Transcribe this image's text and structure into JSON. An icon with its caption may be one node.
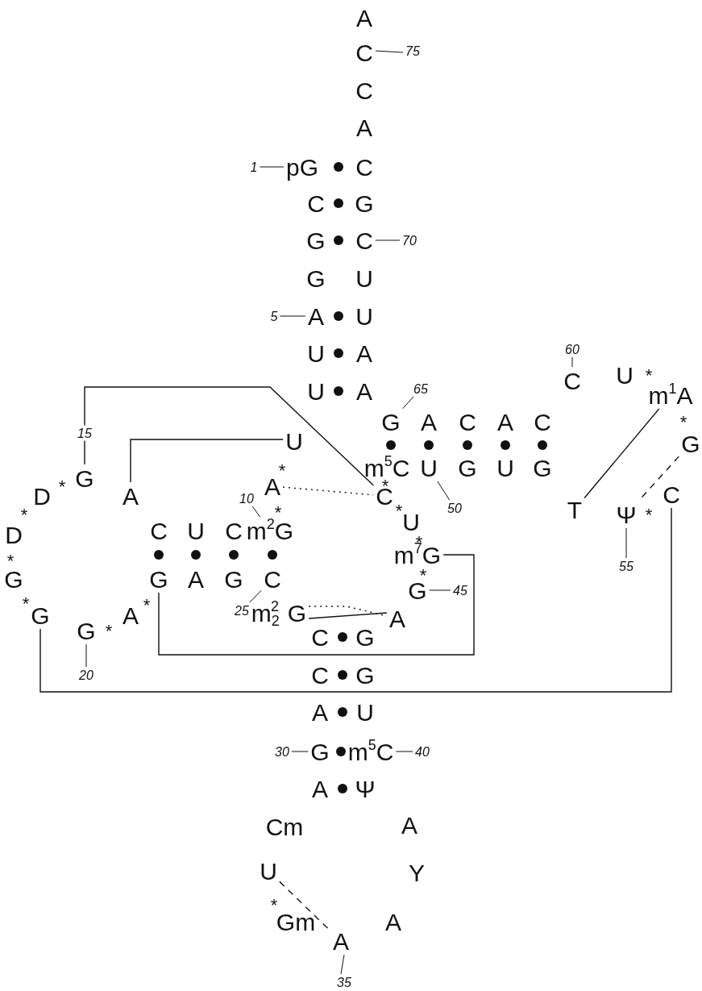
{
  "diagram": {
    "nodes": [
      {
        "text": [
          "A"
        ]
      },
      {
        "text": [
          "C"
        ]
      },
      {
        "text": [
          "75"
        ]
      },
      {
        "text": [
          "C"
        ]
      },
      {
        "text": [
          "A"
        ]
      },
      {
        "text": [
          "1"
        ]
      },
      {
        "text": [
          "pG"
        ]
      },
      {
        "text": [
          "C"
        ]
      },
      {
        "text": [
          "C"
        ]
      },
      {
        "text": [
          "G"
        ]
      },
      {
        "text": [
          "G"
        ]
      },
      {
        "text": [
          "C"
        ]
      },
      {
        "text": [
          "70"
        ]
      },
      {
        "text": [
          "G"
        ]
      },
      {
        "text": [
          "U"
        ]
      },
      {
        "text": [
          "5"
        ]
      },
      {
        "text": [
          "A"
        ]
      },
      {
        "text": [
          "U"
        ]
      },
      {
        "text": [
          "U"
        ]
      },
      {
        "text": [
          "A"
        ]
      },
      {
        "text": [
          "60"
        ]
      },
      {
        "text": [
          "C"
        ]
      },
      {
        "text": [
          "U"
        ]
      },
      {
        "text": [
          "U"
        ]
      },
      {
        "text": [
          "A"
        ]
      },
      {
        "text": [
          "65"
        ]
      },
      {
        "text": [
          "m$^{1}$A"
        ]
      },
      {
        "text": [
          "G"
        ]
      },
      {
        "text": [
          "A"
        ]
      },
      {
        "text": [
          "C"
        ]
      },
      {
        "text": [
          "A"
        ]
      },
      {
        "text": [
          "C"
        ]
      },
      {
        "text": [
          "U"
        ]
      },
      {
        "text": [
          "G"
        ]
      },
      {
        "text": [
          "m$^{5}$C"
        ]
      },
      {
        "text": [
          "U"
        ]
      },
      {
        "text": [
          "G"
        ]
      },
      {
        "text": [
          "U"
        ]
      },
      {
        "text": [
          "G"
        ]
      },
      {
        "text": [
          "G"
        ]
      },
      {
        "text": [
          "D"
        ]
      },
      {
        "text": [
          "A"
        ]
      },
      {
        "text": [
          "A"
        ]
      },
      {
        "text": [
          "C"
        ]
      },
      {
        "text": [
          "10"
        ]
      },
      {
        "text": [
          "50"
        ]
      },
      {
        "text": [
          "U"
        ]
      },
      {
        "text": [
          "T"
        ]
      },
      {
        "text": [
          "Ψ"
        ]
      },
      {
        "text": [
          "C"
        ]
      },
      {
        "text": [
          "m$^{2}$G"
        ]
      },
      {
        "text": [
          "C"
        ]
      },
      {
        "text": [
          "U"
        ]
      },
      {
        "text": [
          "C"
        ]
      },
      {
        "text": [
          "D"
        ]
      },
      {
        "text": [
          "m$^{7}$G"
        ]
      },
      {
        "text": [
          "55"
        ]
      },
      {
        "text": [
          "G"
        ]
      },
      {
        "text": [
          "G"
        ]
      },
      {
        "text": [
          "A"
        ]
      },
      {
        "text": [
          "G"
        ]
      },
      {
        "text": [
          "C"
        ]
      },
      {
        "text": [
          "G"
        ]
      },
      {
        "text": [
          "45"
        ]
      },
      {
        "text": [
          "25"
        ]
      },
      {
        "text": [
          "m$_{2}$$^{2}$G"
        ]
      },
      {
        "text": [
          "G"
        ]
      },
      {
        "text": [
          "A"
        ]
      },
      {
        "text": [
          "A"
        ]
      },
      {
        "text": [
          "G"
        ]
      },
      {
        "text": [
          "C"
        ]
      },
      {
        "text": [
          "G"
        ]
      },
      {
        "text": [
          "20"
        ]
      },
      {
        "text": [
          "C"
        ]
      },
      {
        "text": [
          "G"
        ]
      },
      {
        "text": [
          "A"
        ]
      },
      {
        "text": [
          "U"
        ]
      },
      {
        "text": [
          "30"
        ]
      },
      {
        "text": [
          "G"
        ]
      },
      {
        "text": [
          "m$^{5}$C"
        ]
      },
      {
        "text": [
          "40"
        ]
      },
      {
        "text": [
          "A"
        ]
      },
      {
        "text": [
          "Ψ"
        ]
      },
      {
        "text": [
          "Cm"
        ]
      },
      {
        "text": [
          "A"
        ]
      },
      {
        "text": [
          "U"
        ]
      },
      {
        "text": [
          "Y"
        ]
      },
      {
        "text": [
          "Gm"
        ]
      },
      {
        "text": [
          "A"
        ]
      },
      {
        "text": [
          "A"
        ]
      },
      {
        "text": [
          "35"
        ]
      }
    ],
    "edges": [
      {
        "from": 39,
        "to": 43,
        "arrow": "none",
        "label": "15"
      },
      {
        "from": 41,
        "to": 32,
        "arrow": "none"
      },
      {
        "from": 42,
        "to": 43,
        "arrow": "none",
        "style": "dashed"
      },
      {
        "from": 58,
        "to": 55,
        "arrow": "none"
      },
      {
        "from": 65,
        "to": 68,
        "arrow": "none"
      },
      {
        "from": 65,
        "to": 68,
        "arrow": "none",
        "style": "dashed"
      },
      {
        "from": 66,
        "to": 49,
        "arrow": "none"
      },
      {
        "from": 47,
        "to": 26,
        "arrow": "none"
      },
      {
        "from": 33,
        "to": 48,
        "arrow": "none",
        "style": "dashed"
      },
      {
        "from": 85,
        "to": 89,
        "arrow": "none",
        "style": "dashed"
      },
      {
        "from": 2,
        "to": 1,
        "arrow": "none"
      },
      {
        "from": 5,
        "to": 6,
        "arrow": "none"
      },
      {
        "from": 12,
        "to": 11,
        "arrow": "none"
      },
      {
        "from": 15,
        "to": 16,
        "arrow": "none"
      },
      {
        "from": 20,
        "to": 21,
        "arrow": "none"
      },
      {
        "from": 25,
        "to": 27,
        "arrow": "none"
      },
      {
        "from": 44,
        "to": 50,
        "arrow": "none"
      },
      {
        "from": 45,
        "to": 35,
        "arrow": "none"
      },
      {
        "from": 56,
        "to": 48,
        "arrow": "none"
      },
      {
        "from": 63,
        "to": 62,
        "arrow": "none"
      },
      {
        "from": 64,
        "to": 61,
        "arrow": "none"
      },
      {
        "from": 72,
        "to": 69,
        "arrow": "none"
      },
      {
        "from": 77,
        "to": 78,
        "arrow": "none"
      },
      {
        "from": 80,
        "to": 79,
        "arrow": "none"
      },
      {
        "from": 90,
        "to": 89,
        "arrow": "none"
      }
    ],
    "labels": [
      "*",
      "*",
      "*",
      "*",
      "*",
      "*",
      "*",
      "*",
      "*",
      "*",
      "*",
      "*",
      "*",
      "*",
      "*",
      "*"
    ]
  }
}
